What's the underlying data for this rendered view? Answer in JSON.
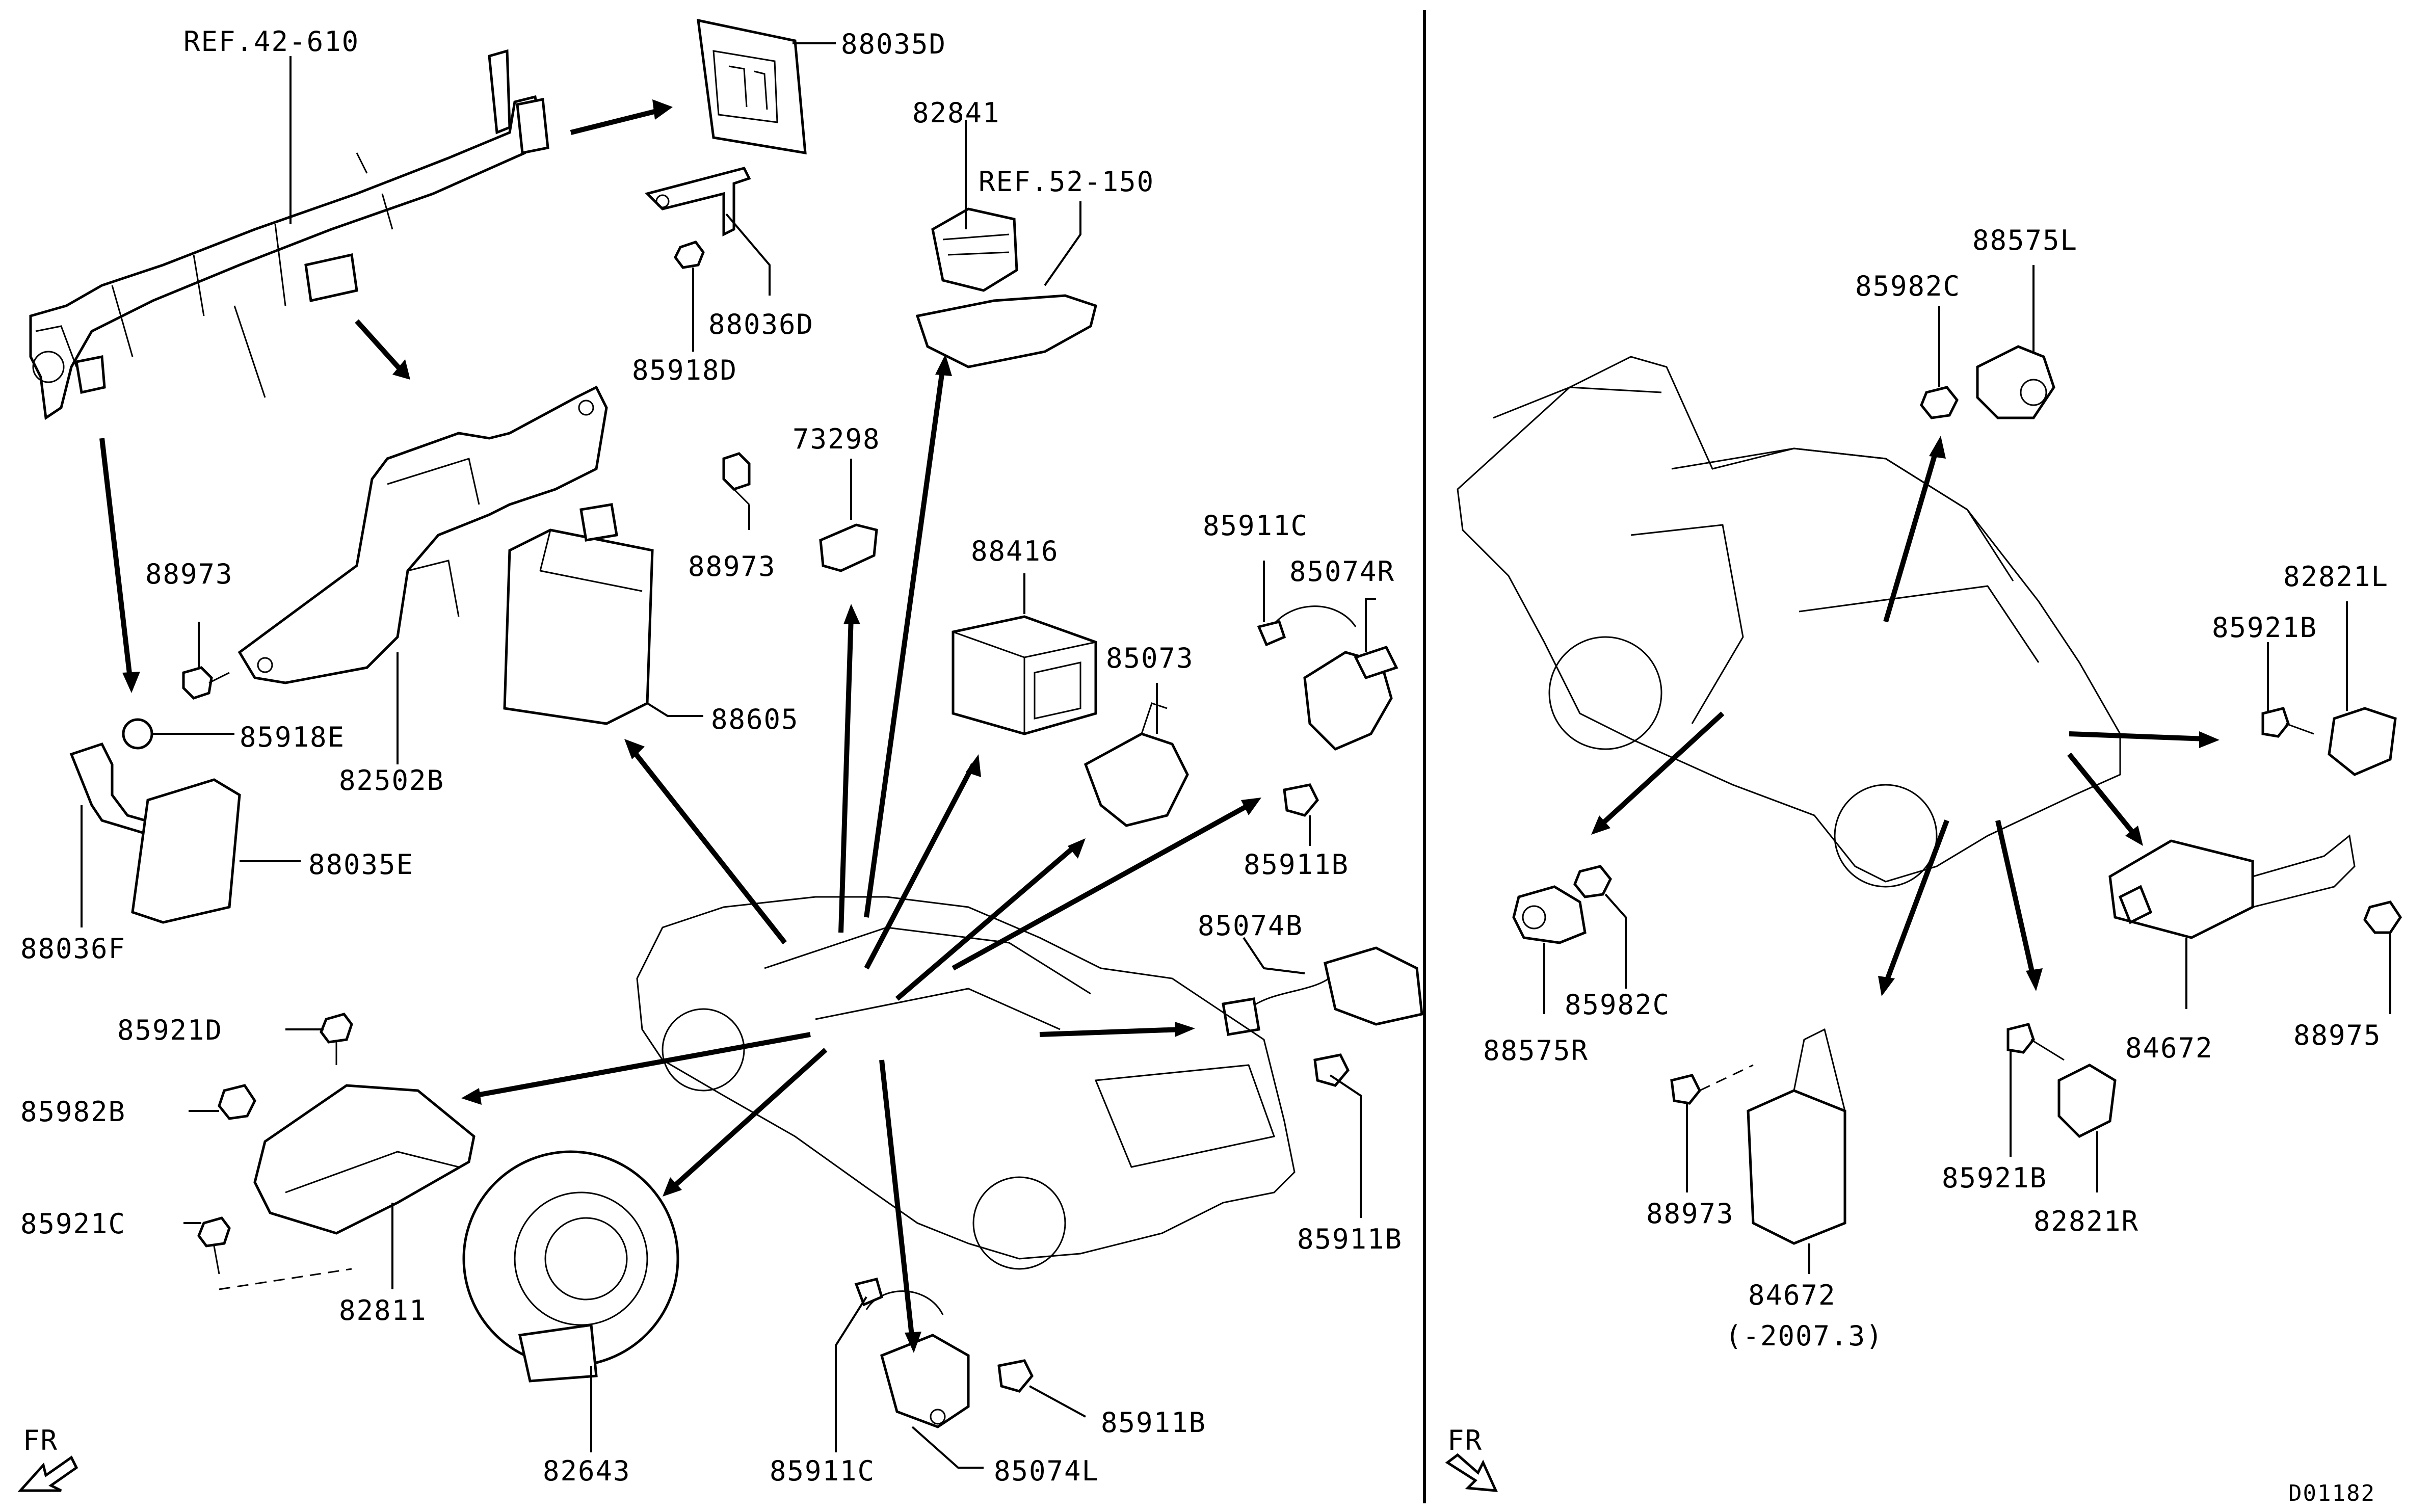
{
  "diagram": {
    "left_callouts": {
      "ref_42_610": "REF.42-610",
      "p88035D": "88035D",
      "p82841": "82841",
      "ref_52_150": "REF.52-150",
      "p88036D": "88036D",
      "p85918D": "85918D",
      "p73298": "73298",
      "p88973_a": "88973",
      "p88973_b": "88973",
      "p88416": "88416",
      "p85911C_a": "85911C",
      "p85074R": "85074R",
      "p85073": "85073",
      "p85918E": "85918E",
      "p88605": "88605",
      "p82502B": "82502B",
      "p85911B_a": "85911B",
      "p88035E": "88035E",
      "p88036F": "88036F",
      "p85074B": "85074B",
      "p85921D": "85921D",
      "p85982B": "85982B",
      "p85921C": "85921C",
      "p82811": "82811",
      "p85911B_b": "85911B",
      "p85911B_c": "85911B",
      "p82643": "82643",
      "p85911C_b": "85911C",
      "p85074L": "85074L",
      "fr": "FR"
    },
    "right_callouts": {
      "p88575L": "88575L",
      "p85982C_a": "85982C",
      "p82821L": "82821L",
      "p85921B_a": "85921B",
      "p88575R": "88575R",
      "p85982C_b": "85982C",
      "p84672_a": "84672",
      "p88975": "88975",
      "p85921B_b": "85921B",
      "p82821R": "82821R",
      "p88973": "88973",
      "p84672_b": "84672",
      "p84672_note": "(-2007.3)",
      "fr": "FR"
    },
    "drawing_code": "D01182"
  }
}
